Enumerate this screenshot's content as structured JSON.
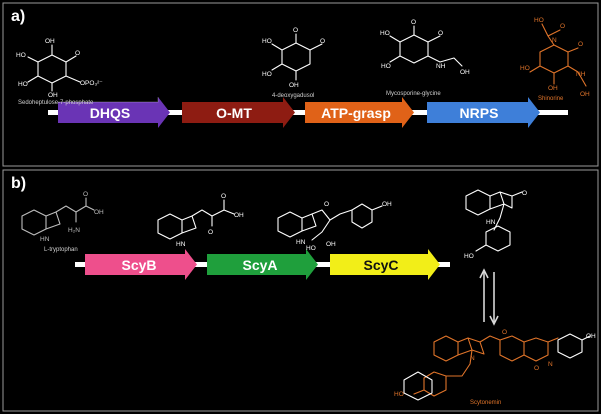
{
  "panels": {
    "a": {
      "label": "a)"
    },
    "b": {
      "label": "b)"
    }
  },
  "genes_a": [
    {
      "label": "DHQS",
      "color": "#6a34b5"
    },
    {
      "label": "O-MT",
      "color": "#8e1c12"
    },
    {
      "label": "ATP-grasp",
      "color": "#e06218"
    },
    {
      "label": "NRPS",
      "color": "#3e7fd9"
    }
  ],
  "genes_b": [
    {
      "label": "ScyB",
      "color": "#ee4f8c"
    },
    {
      "label": "ScyA",
      "color": "#1f9f3c"
    },
    {
      "label": "ScyC",
      "color": "#f2ee18"
    }
  ],
  "compounds": {
    "sedoheptulose": "Sedoheptulose-7-phosphate",
    "deoxygadusol": "4-deoxygadusol",
    "mycosporine": "Mycosporine-glycine",
    "shinorine": "Shinorine",
    "tryptophan": "L-tryptophan",
    "scytonemin": "Scytonemin"
  },
  "atoms": {
    "OH": "OH",
    "O": "O",
    "NH": "NH",
    "HN": "HN",
    "H2N": "H₂N",
    "N": "N",
    "HO": "HO",
    "OPO3": "OPO₃²⁻"
  },
  "colors": {
    "background": "#000000",
    "frame": "#9a9a9a",
    "highlight": "#e0742a",
    "axis": "#ffffff"
  }
}
